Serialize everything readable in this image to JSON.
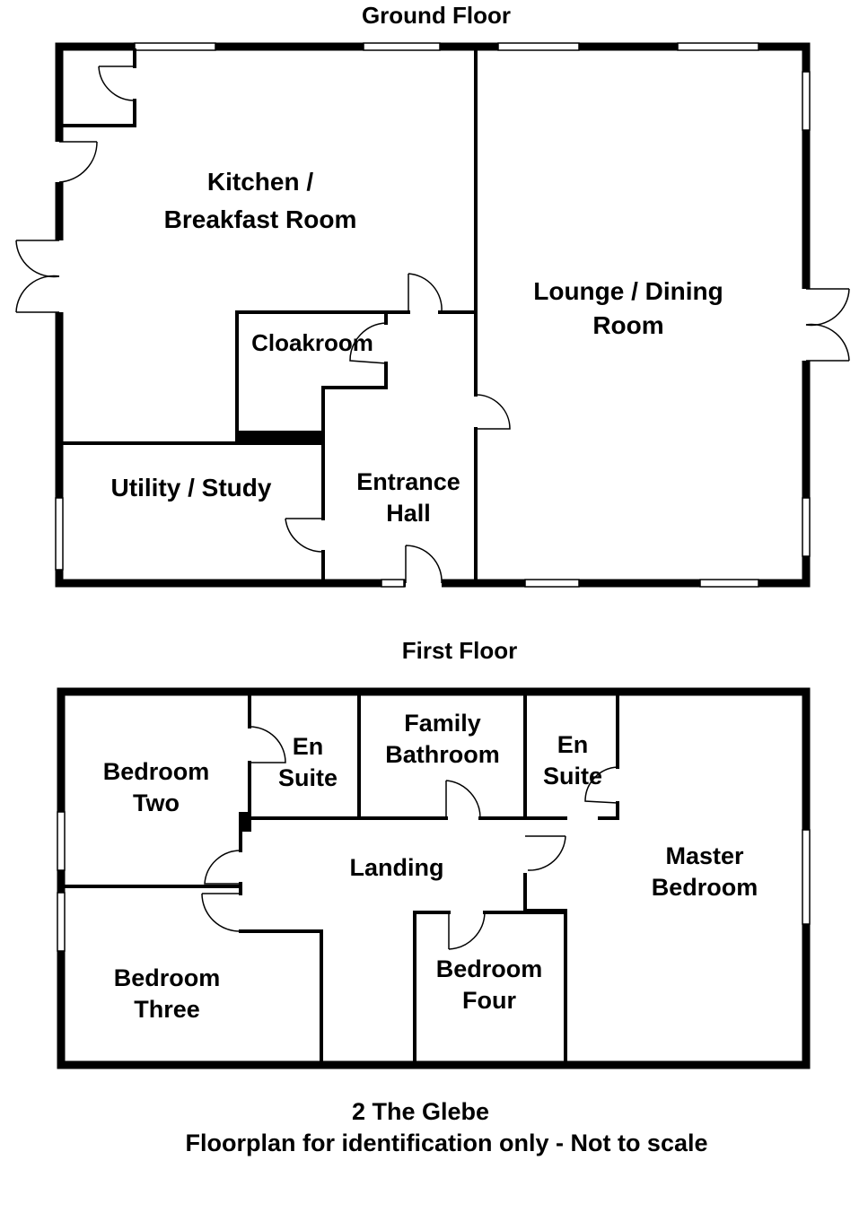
{
  "floors": {
    "ground": {
      "title": "Ground Floor",
      "rooms": {
        "kitchen": [
          "Kitchen /",
          "Breakfast Room"
        ],
        "lounge": [
          "Lounge / Dining",
          "Room"
        ],
        "cloakroom": [
          "Cloakroom"
        ],
        "utility": [
          "Utility / Study"
        ],
        "hall": [
          "Entrance",
          "Hall"
        ]
      }
    },
    "first": {
      "title": "First Floor",
      "rooms": {
        "bed2": [
          "Bedroom",
          "Two"
        ],
        "ensuite1": [
          "En",
          "Suite"
        ],
        "bathroom": [
          "Family",
          "Bathroom"
        ],
        "ensuite2": [
          "En",
          "Suite"
        ],
        "landing": [
          "Landing"
        ],
        "master": [
          "Master",
          "Bedroom"
        ],
        "bed3": [
          "Bedroom",
          "Three"
        ],
        "bed4": [
          "Bedroom",
          "Four"
        ]
      }
    }
  },
  "footer": {
    "line1": "2 The Glebe",
    "line2": "Floorplan for identification only - Not to scale"
  }
}
